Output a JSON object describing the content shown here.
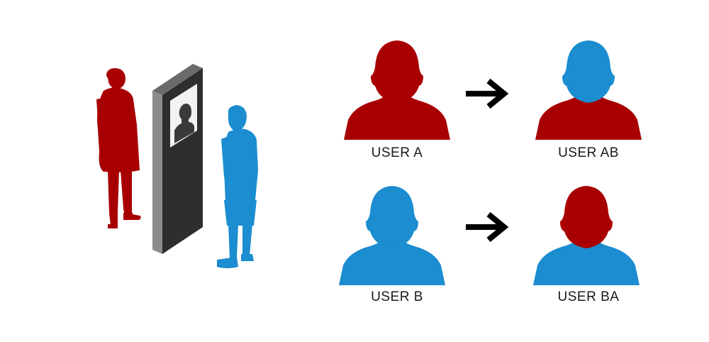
{
  "colors": {
    "user_a": "#a80000",
    "user_b": "#1b8dd0",
    "arrow": "#000000",
    "kiosk_front": "#2e2e2e",
    "kiosk_side": "#8c8c8c",
    "screen_frame": "#f2f2f2",
    "screen_silhouette": "#3a3a3a"
  },
  "icons": {
    "kiosk": "kiosk-icon",
    "person_a": "standing-person-icon",
    "person_b": "standing-person-icon",
    "arrow": "arrow-right-icon",
    "bust": "head-shoulders-icon"
  },
  "rows": [
    {
      "source_label": "USER A",
      "result_label": "USER AB"
    },
    {
      "source_label": "USER B",
      "result_label": "USER BA"
    }
  ]
}
